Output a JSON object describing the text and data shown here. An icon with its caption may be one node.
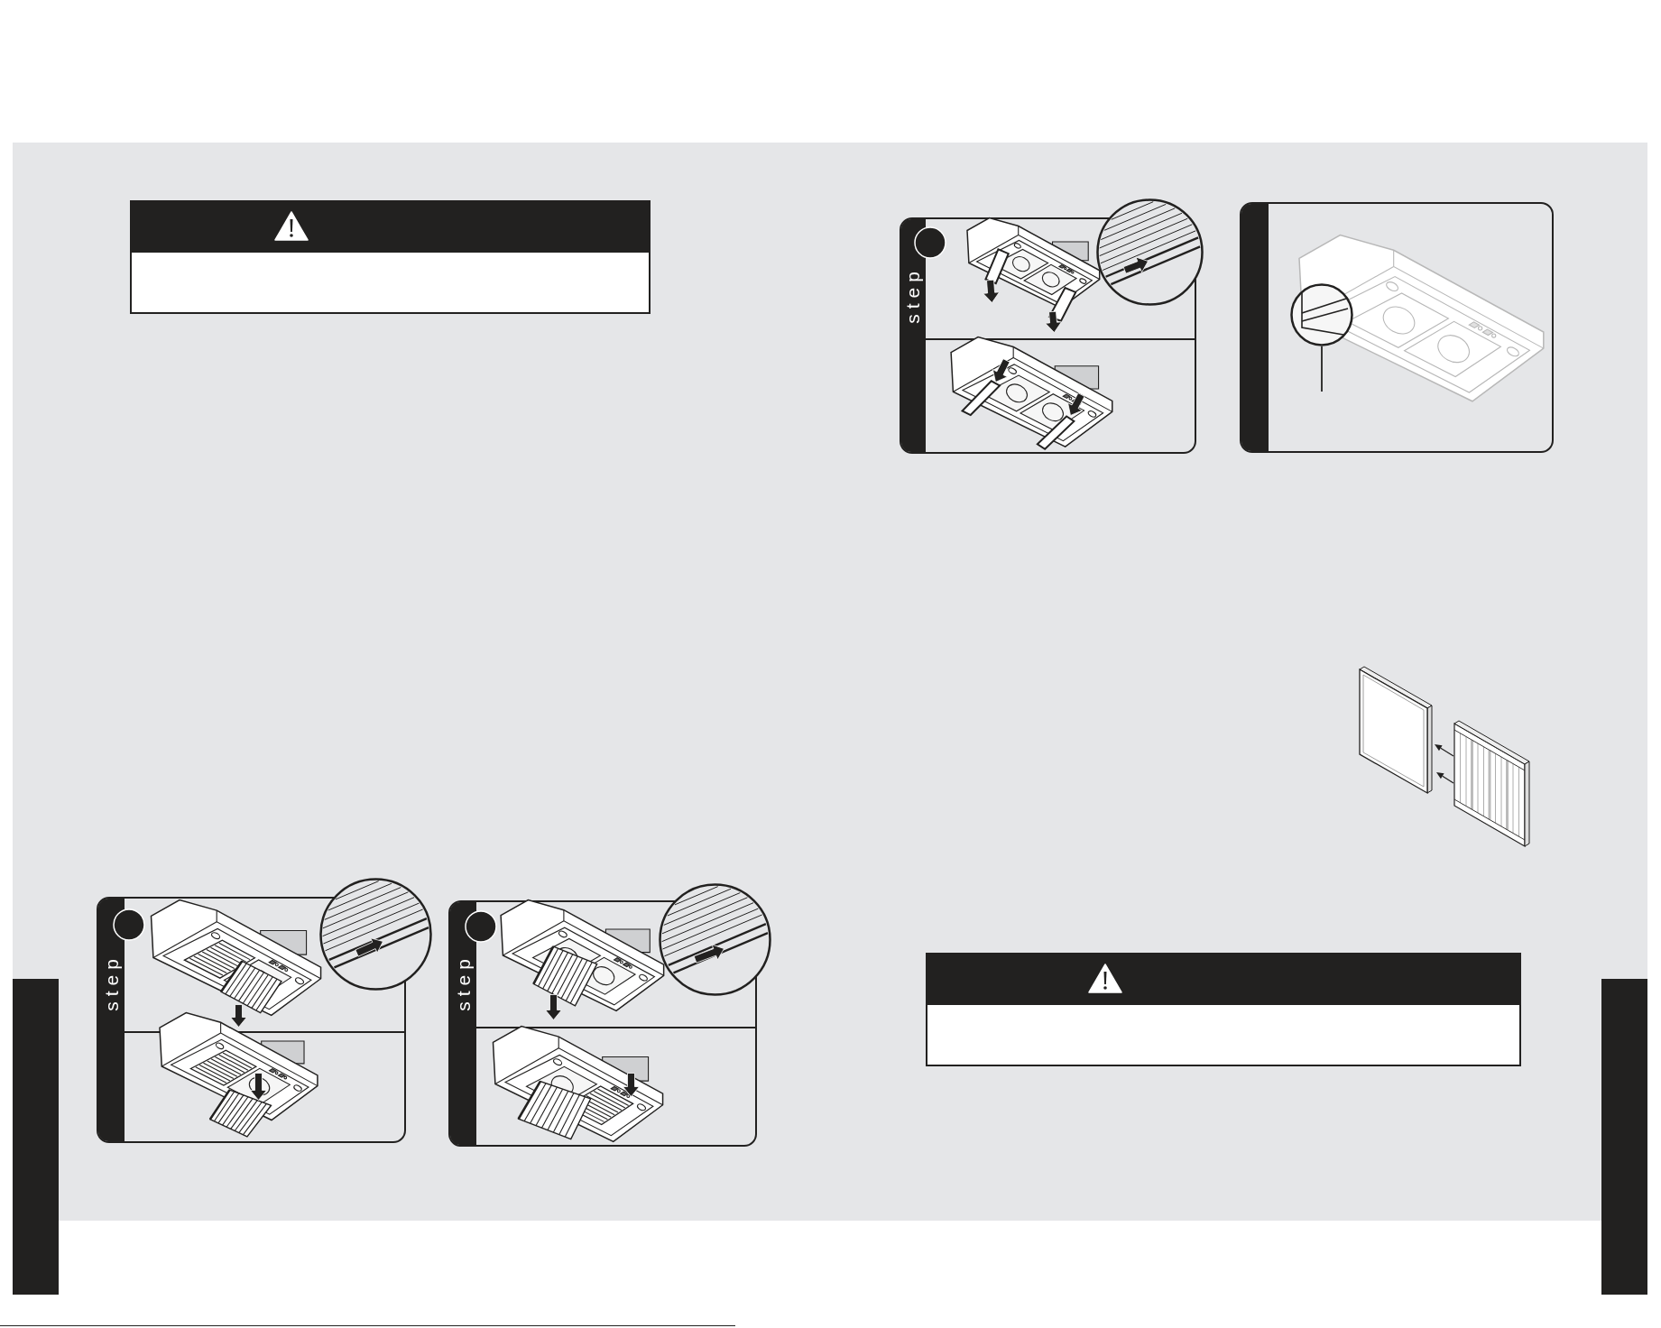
{
  "diagram": {
    "nodes": [
      {
        "text": [
          "step"
        ]
      },
      {
        "text": [
          "step"
        ]
      },
      {
        "text": [
          "step"
        ]
      },
      {
        "text": [],
        "shape": "box"
      },
      {
        "text": [],
        "shape": "circle",
        "in": 3
      },
      {
        "text": [],
        "shape": "bar"
      },
      {
        "text": [],
        "shape": "bar"
      }
    ],
    "edges": [
      {
        "from": null,
        "to": 4,
        "arrow": "none"
      }
    ]
  }
}
